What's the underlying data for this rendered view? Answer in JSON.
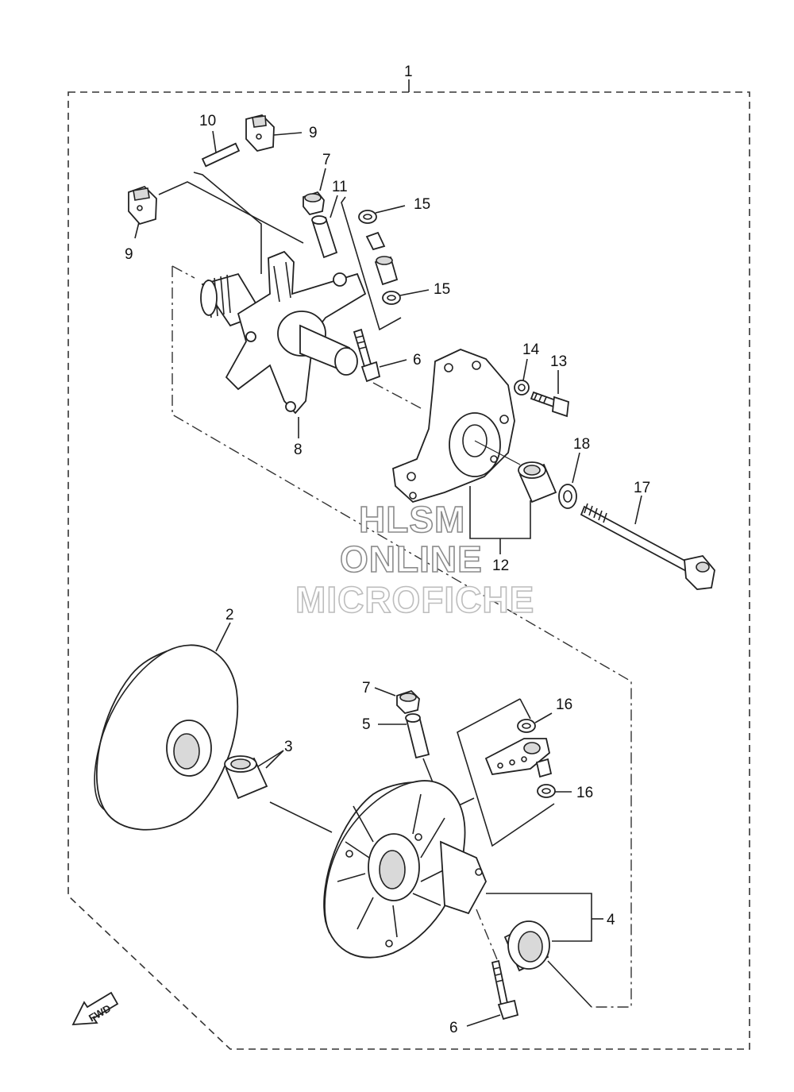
{
  "callouts": {
    "c1": "1",
    "c2": "2",
    "c3": "3",
    "c4": "4",
    "c5": "5",
    "c6a": "6",
    "c6b": "6",
    "c7a": "7",
    "c7b": "7",
    "c8": "8",
    "c9a": "9",
    "c9b": "9",
    "c10": "10",
    "c11": "11",
    "c12": "12",
    "c13": "13",
    "c14": "14",
    "c15a": "15",
    "c15b": "15",
    "c16a": "16",
    "c16b": "16",
    "c17": "17",
    "c18": "18"
  },
  "watermark": {
    "line1": "HLSM",
    "line2": "ONLINE",
    "line3": "MICROFICHE"
  },
  "direction_marker": "FWD",
  "colors": {
    "line": "#222222",
    "watermark_outline": "#8c8c8c",
    "background": "#ffffff"
  }
}
